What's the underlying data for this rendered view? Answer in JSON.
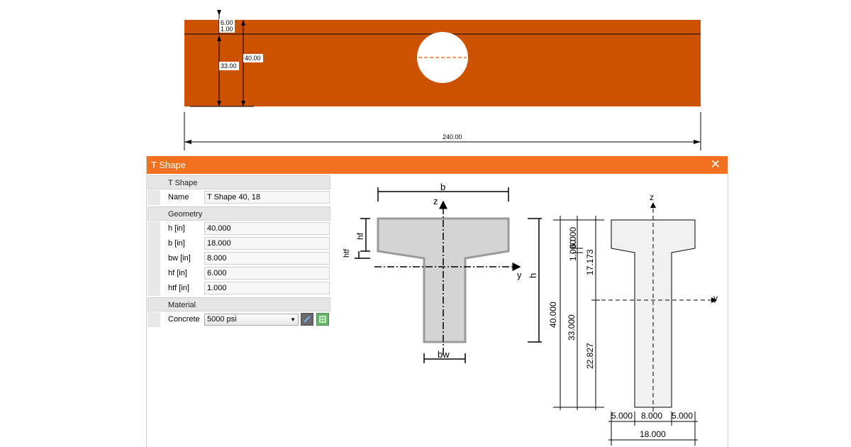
{
  "beam": {
    "top_dim_a": "6.00",
    "top_dim_b": "1.00",
    "left_dim": "33.00",
    "height_dim": "40.00",
    "length_dim": "240.00",
    "colors": {
      "beam": "#cc5200",
      "hole": "#ffffff",
      "centerline": "#f37021"
    }
  },
  "dialog": {
    "title": "T Shape",
    "close_glyph": "✕",
    "sections": {
      "tshape": "T Shape",
      "geometry": "Geometry",
      "material": "Material"
    },
    "fields": {
      "name_label": "Name",
      "name_value": "T Shape 40, 18",
      "h_label": "h [in]",
      "h_value": "40.000",
      "b_label": "b [in]",
      "b_value": "18.000",
      "bw_label": "bw [in]",
      "bw_value": "8.000",
      "hf_label": "hf [in]",
      "hf_value": "6.000",
      "htf_label": "htf [in]",
      "htf_value": "1.000",
      "concrete_label": "Concrete",
      "concrete_value": "5000 psi"
    },
    "icons": {
      "edit": "pencil-icon",
      "new": "new-material-icon"
    },
    "accent": "#f37021"
  },
  "schematic": {
    "b": "b",
    "z": "z",
    "y": "y",
    "h": "h",
    "hf": "hf",
    "htf": "htf",
    "bw": "bw"
  },
  "section_view": {
    "z": "z",
    "y": "y",
    "total_h": "40.000",
    "web_h": "33.000",
    "top_flange": "6.000",
    "taper": "1.000",
    "upper_dist": "17.173",
    "lower_dist": "22.827",
    "overhang_left": "5.000",
    "web_w": "8.000",
    "overhang_right": "5.000",
    "total_w": "18.000"
  }
}
